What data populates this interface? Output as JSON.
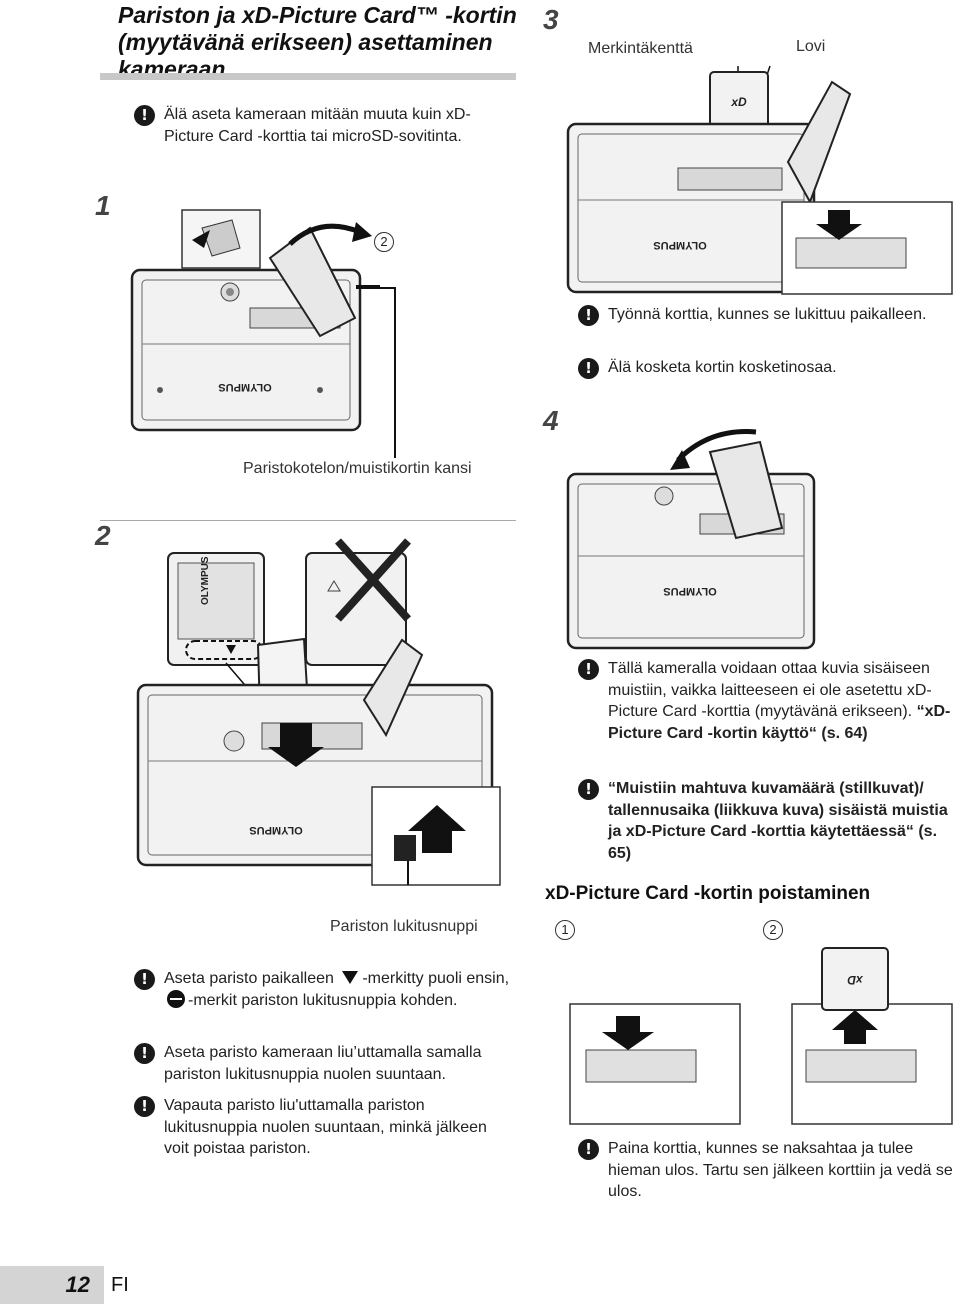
{
  "title": "Pariston ja xD-Picture Card™ -kortin (myytävänä erikseen) asettaminen kameraan",
  "intro_note": "Älä aseta kameraan mitään muuta kuin xD-Picture Card -korttia tai microSD-sovitinta.",
  "steps": {
    "s1": "1",
    "s2": "2",
    "s3": "3",
    "s4": "4"
  },
  "step1": {
    "marker1": "1",
    "marker2": "2",
    "cover_label": "Paristokotelon/muistikortin kansi"
  },
  "step2": {
    "lock_label": "Pariston lukitusnuppi",
    "notes": [
      {
        "pre": "Aseta paristo paikalleen",
        "mid": "-merkitty puoli ensin,",
        "post": "-merkit pariston lukitusnuppia kohden."
      },
      {
        "text": "Aseta paristo kameraan liu’uttamalla samalla pariston lukitusnuppia nuolen suuntaan."
      },
      {
        "text": "Vapauta paristo liu'uttamalla pariston lukitusnuppia nuolen suuntaan, minkä jälkeen voit poistaa pariston."
      }
    ]
  },
  "step3": {
    "label_index": "Merkintäkenttä",
    "label_notch": "Lovi",
    "notes": [
      "Työnnä korttia, kunnes se lukittuu paikalleen.",
      "Älä kosketa kortin kosketinosaa."
    ]
  },
  "step4": {
    "notes": [
      {
        "text": "Tällä kameralla voidaan ottaa kuvia sisäiseen muistiin, vaikka laitteeseen ei ole asetettu xD-Picture Card -korttia (myytävänä erikseen).",
        "ref": "xD-Picture Card -kortin käyttö“ (s. 64)"
      },
      {
        "ref": "Muistiin mahtuva kuvamäärä (stillkuvat)/ tallennusaika (liikkuva kuva) sisäistä muistia ja xD-Picture Card -korttia käytettäessä“ (s. 65)"
      }
    ]
  },
  "removal": {
    "heading": "xD-Picture Card -kortin poistaminen",
    "marker1": "1",
    "marker2": "2",
    "note": "Paina korttia, kunnes se naksahtaa ja tulee hieman ulos. Tartu sen jälkeen korttiin ja vedä se ulos."
  },
  "camera_brand": "OLYMPUS",
  "card_brand": "xD",
  "footer": {
    "page": "12",
    "lang": "FI"
  }
}
